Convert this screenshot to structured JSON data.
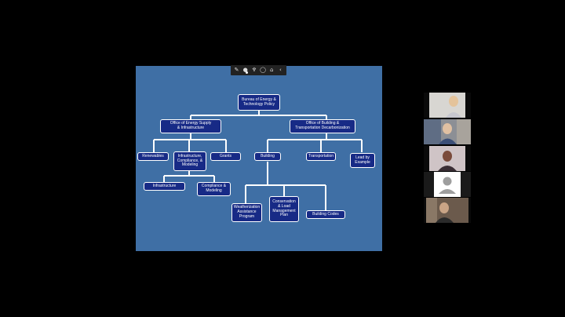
{
  "toolbar": {
    "icons": [
      "pen-icon",
      "pointer-icon",
      "marker-icon",
      "eraser-icon",
      "stamp-icon",
      "chevron-left-icon"
    ]
  },
  "org_chart": {
    "root": "Bureau of Energy &\nTechnology Policy",
    "office_energy": "Office of Energy Supply\n& Infrastructure",
    "office_building": "Office of Building &\nTransportation Decarbonization",
    "renewables": "Renewables",
    "infra_compliance": "Infrastructure,\nCompliance, &\nModeling",
    "grants": "Grants",
    "infrastructure": "Infrastructure",
    "compliance_modeling": "Compliance &\nModeling",
    "building": "Building",
    "transportation": "Transportation",
    "lead_by_example": "Lead by\nExample",
    "weatherization": "Weatherization\nAssistance\nProgram",
    "conservation": "Conservation\n& Load\nManagement\nPlan",
    "building_codes": "Building Codes"
  },
  "colors": {
    "slide_background": "#3f6fa5",
    "node_fill": "#172a86",
    "node_border": "#ffffff",
    "connector": "#ffffff",
    "page_background": "#000000"
  },
  "participants": [
    "participant-1",
    "participant-2",
    "participant-3",
    "participant-4-no-video",
    "participant-5"
  ]
}
